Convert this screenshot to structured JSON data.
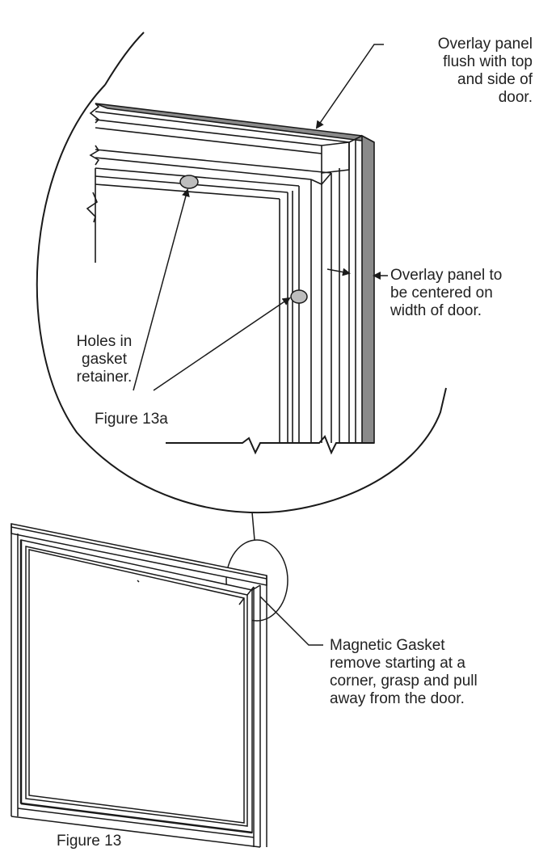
{
  "figures": {
    "detail_caption": "Figure 13a",
    "main_caption": "Figure 13"
  },
  "callouts": {
    "overlay_flush": {
      "lines": [
        "Overlay panel",
        "flush with top",
        "and side of",
        "door."
      ]
    },
    "overlay_centered": {
      "lines": [
        "Overlay panel to",
        "be centered on",
        "width of door."
      ]
    },
    "holes": {
      "lines": [
        "Holes in",
        "gasket",
        "retainer."
      ]
    },
    "magnetic_gasket": {
      "lines": [
        "Magnetic Gasket",
        "remove starting at a",
        "corner, grasp and pull",
        "away from the door."
      ]
    }
  },
  "colors": {
    "line": "#1a1a1a",
    "panel_gray": "#8a8a8a",
    "hole_gray": "#bdbdbd"
  }
}
